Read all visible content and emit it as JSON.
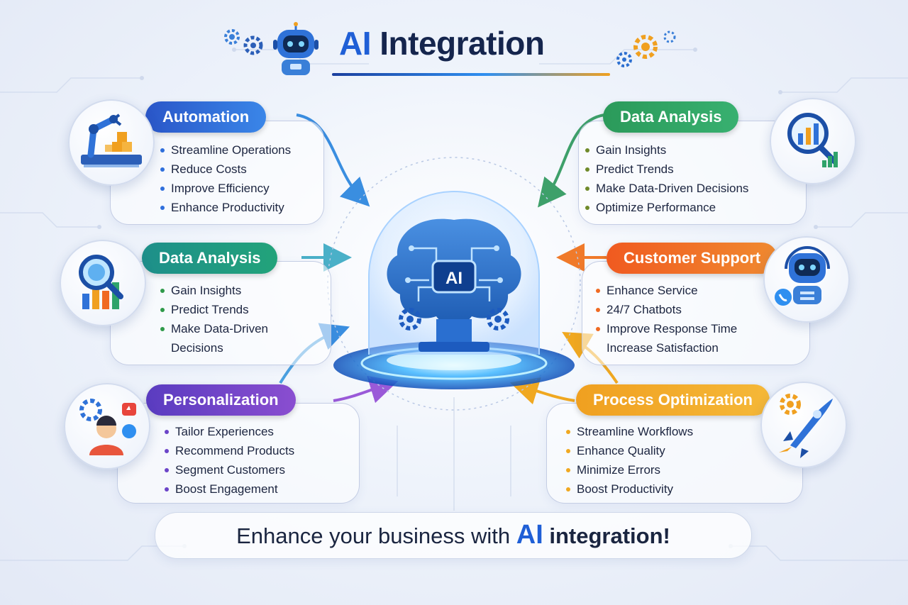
{
  "title": {
    "prefix": "AI",
    "rest": " Integration"
  },
  "center": {
    "chip_label": "AI"
  },
  "cards": [
    {
      "id": "automation",
      "title": "Automation",
      "color": "#2f6fdc",
      "dot": "#2f6fdc",
      "items": [
        "Streamline Operations",
        "Reduce Costs",
        "Improve Efficiency",
        "Enhance Productivity"
      ],
      "icon": "robot-arm-icon"
    },
    {
      "id": "data-analysis-left",
      "title": "Data Analysis",
      "color": "#1f9a8a",
      "dot": "#2f9a4a",
      "items": [
        "Gain Insights",
        "Predict Trends",
        "Make Data-Driven",
        "Decisions"
      ],
      "icon": "magnifier-chart-icon"
    },
    {
      "id": "personalization",
      "title": "Personalization",
      "color": "#6b44c8",
      "dot": "#6b44c8",
      "items": [
        "Tailor Experiences",
        "Recommend Products",
        "Segment Customers",
        "Boost Engagement"
      ],
      "icon": "user-social-icon"
    },
    {
      "id": "data-analysis-right",
      "title": "Data Analysis",
      "color": "#2f9a55",
      "dot": "#6f8a2a",
      "items": [
        "Gain Insights",
        "Predict Trends",
        "Make Data-Driven Decisions",
        "Optimize Performance"
      ],
      "icon": "magnifier-chart-icon"
    },
    {
      "id": "customer-support",
      "title": "Customer Support",
      "color": "#f06a22",
      "dot": "#f06a22",
      "items": [
        "Enhance Service",
        "24/7 Chatbots",
        "Improve Response Time",
        "Increase Satisfaction"
      ],
      "icon": "support-robot-icon"
    },
    {
      "id": "process-optimization",
      "title": "Process Optimization",
      "color": "#f0a820",
      "dot": "#f0a820",
      "items": [
        "Streamline Workflows",
        "Enhance Quality",
        "Minimize Errors",
        "Boost Productivity"
      ],
      "icon": "rocket-gear-icon"
    }
  ],
  "banner": {
    "prefix": "Enhance your business with ",
    "ai": "AI",
    "suffix": " integration!"
  }
}
